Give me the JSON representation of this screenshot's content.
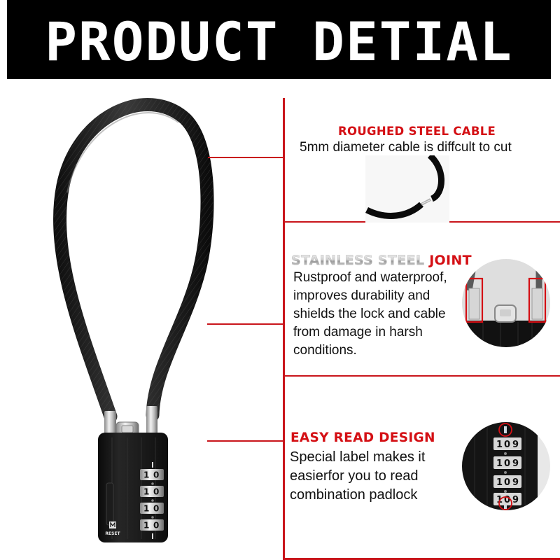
{
  "banner": {
    "title": "PRODUCT DETIAL"
  },
  "colors": {
    "accent_red": "#d40f14",
    "line_red": "#c9151b",
    "banner_bg": "#000000",
    "text_dark": "#111111"
  },
  "product": {
    "name": "cable combination padlock",
    "brand_logo": "RESET",
    "dial_digits": [
      "1",
      "0"
    ]
  },
  "sections": [
    {
      "title_parts": [
        {
          "text": "ROUGHED STEEL CABLE",
          "style": "red"
        }
      ],
      "description": "5mm diameter cable is diffcult to cut",
      "image": "cut-cable-closeup"
    },
    {
      "title_parts": [
        {
          "text": "STAINLESS STEEL ",
          "style": "silver"
        },
        {
          "text": "JOINT",
          "style": "red"
        }
      ],
      "description_lines": [
        "Rustproof and waterproof,",
        "improves durability and",
        "shields the lock and cable",
        "from damage in harsh",
        "conditions."
      ],
      "image": "joint-closeup"
    },
    {
      "title_parts": [
        {
          "text": "EASY READ DESIGN",
          "style": "red"
        }
      ],
      "description_lines": [
        "Special label makes it",
        "easierfor you to read",
        "combination padlock"
      ],
      "image": "dial-closeup",
      "dial_digits": [
        "1",
        "0",
        "9"
      ]
    }
  ]
}
